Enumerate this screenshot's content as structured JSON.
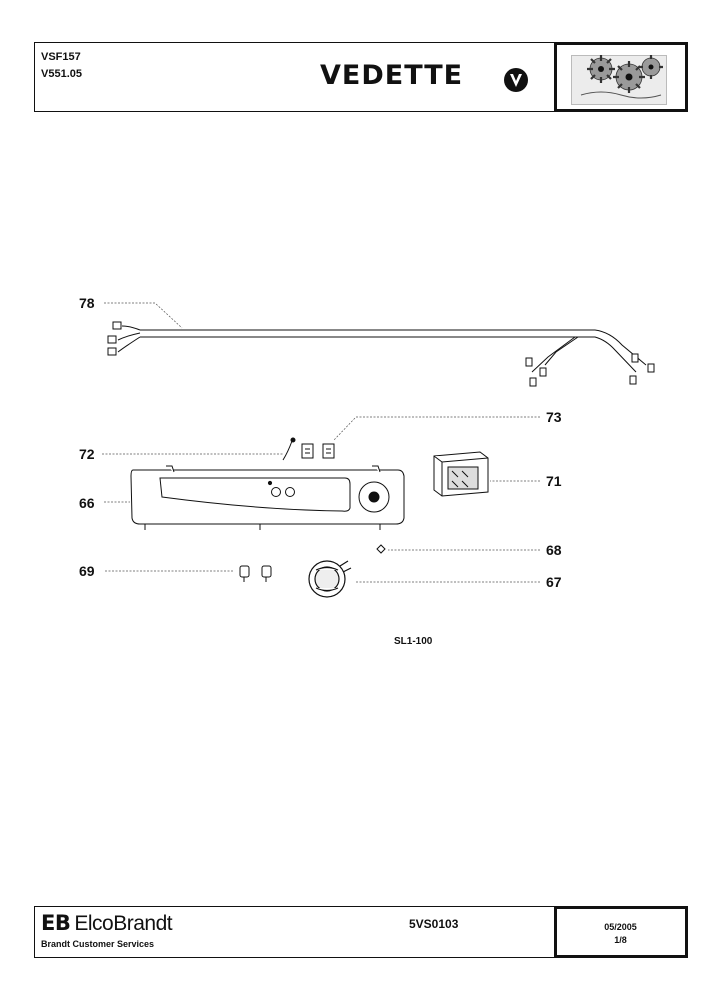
{
  "header": {
    "model_line1": "VSF157",
    "model_line2": "V551.05",
    "brand": "VEDETTE"
  },
  "callouts": {
    "c78": "78",
    "c73": "73",
    "c72": "72",
    "c71": "71",
    "c66": "66",
    "c68": "68",
    "c69": "69",
    "c67": "67"
  },
  "caption": "SL1-100",
  "footer": {
    "company": "ElcoBrandt",
    "company_mark": "EB",
    "services": "Brandt Customer Services",
    "doc_ref": "5VS0103",
    "date": "05/2005",
    "page": "1/8"
  }
}
